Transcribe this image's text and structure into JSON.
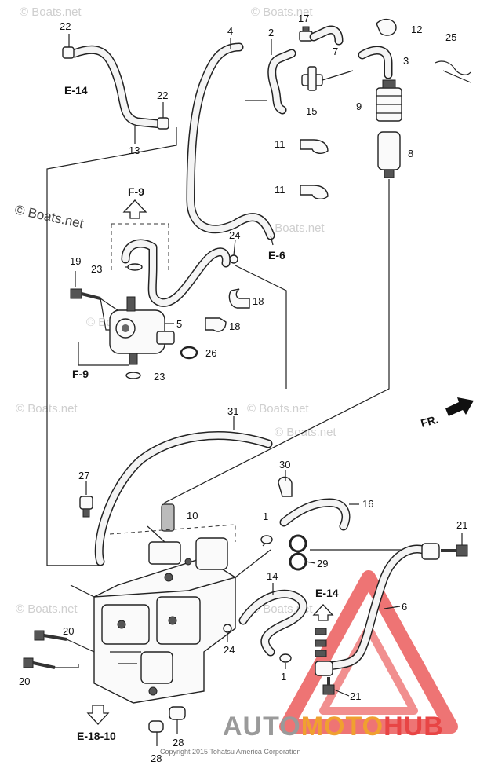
{
  "callouts": {
    "n1a": "1",
    "n1b": "1",
    "n2": "2",
    "n3": "3",
    "n4": "4",
    "n5": "5",
    "n6": "6",
    "n7": "7",
    "n8": "8",
    "n9": "9",
    "n10": "10",
    "n11a": "11",
    "n11b": "11",
    "n12": "12",
    "n13": "13",
    "n14": "14",
    "n15": "15",
    "n16": "16",
    "n17": "17",
    "n18a": "18",
    "n18b": "18",
    "n19": "19",
    "n20a": "20",
    "n20b": "20",
    "n21a": "21",
    "n21b": "21",
    "n22a": "22",
    "n22b": "22",
    "n23a": "23",
    "n23b": "23",
    "n24a": "24",
    "n24b": "24",
    "n25": "25",
    "n26": "26",
    "n27": "27",
    "n28a": "28",
    "n28b": "28",
    "n29": "29",
    "n30": "30",
    "n31": "31"
  },
  "references": {
    "e14a": "E-14",
    "e14b": "E-14",
    "e6": "E-6",
    "f9a": "F-9",
    "f9b": "F-9",
    "e1810": "E-18-10"
  },
  "front_marker": "FR.",
  "watermarks": {
    "w1": "© Boats.net",
    "w2": "© Boats.net",
    "w3": "© Boats.net",
    "w4": "© Boats.net",
    "w5": "© Boats.net",
    "w6": "© Boats.net",
    "w7": "© Boats.net",
    "w8": "© Boats.net",
    "w9": "© Boats.net",
    "big": "© Boats.net"
  },
  "copyright": "Copyright 2015 Tohatsu America Corporation",
  "logo": {
    "part1": "AUTO",
    "part2": "MOTO",
    "part3": "HUB"
  },
  "colors": {
    "logo_gray": "#9a9a9a",
    "logo_orange": "#f0a030",
    "logo_red": "#e84545"
  }
}
